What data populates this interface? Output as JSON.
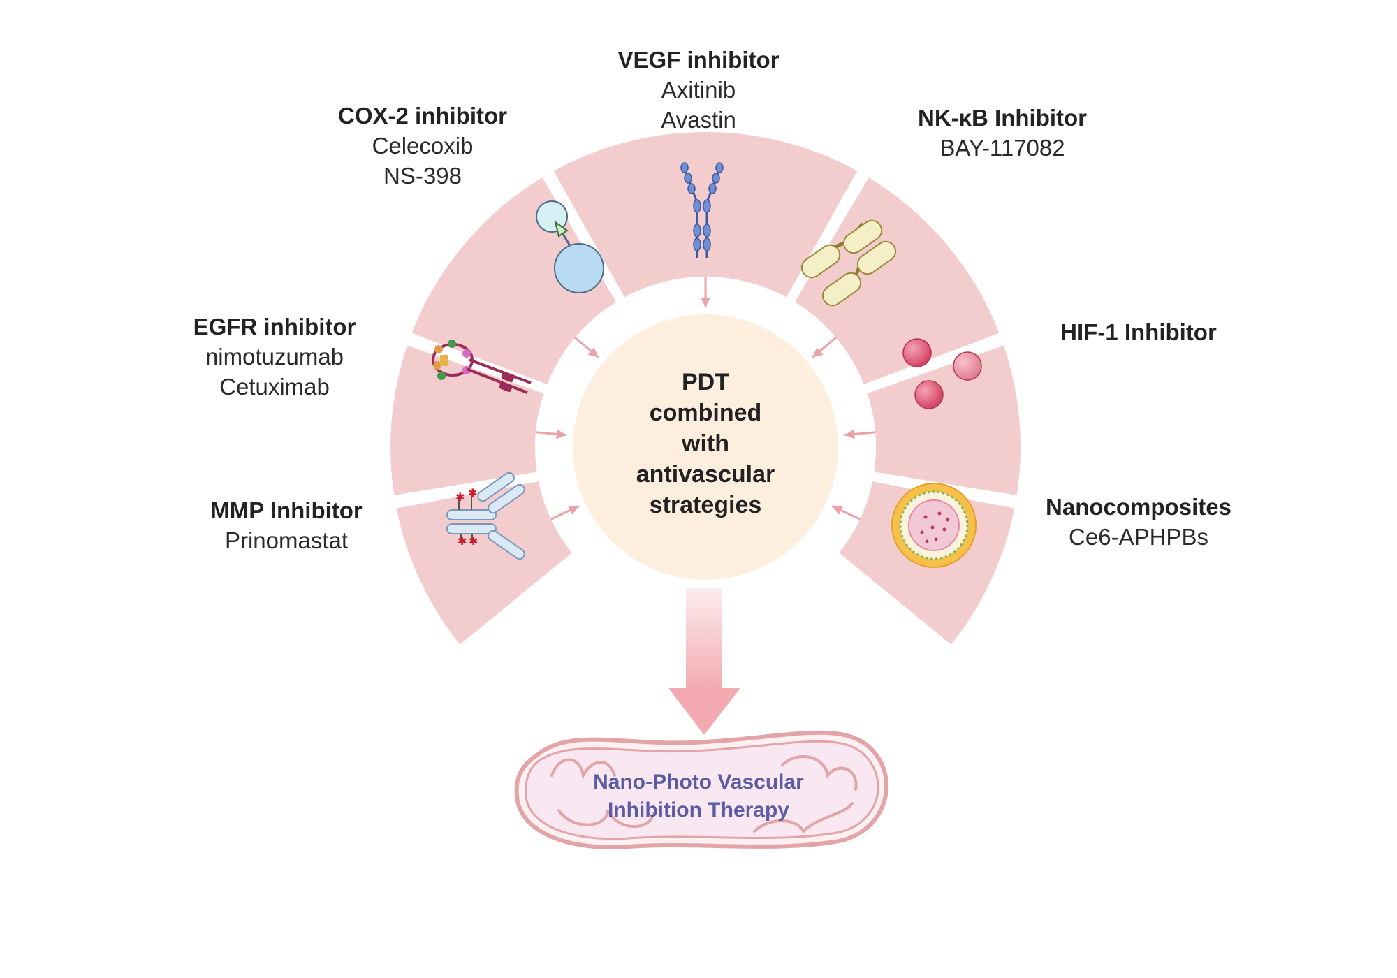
{
  "center": {
    "lines": [
      "PDT",
      "combined",
      "with",
      "antivascular",
      "strategies"
    ]
  },
  "result": {
    "lines": [
      "Nano-Photo Vascular",
      "Inhibition Therapy"
    ]
  },
  "segments": [
    {
      "id": "mmp",
      "title": "MMP Inhibitor",
      "items": [
        "Prinomastat"
      ],
      "icon": "mmp-protein-icon"
    },
    {
      "id": "egfr",
      "title": "EGFR inhibitor",
      "items": [
        "nimotuzumab",
        "Cetuximab"
      ],
      "icon": "egfr-receptor-icon"
    },
    {
      "id": "cox2",
      "title": "COX-2 inhibitor",
      "items": [
        "Celecoxib",
        "NS-398"
      ],
      "icon": "cox2-enzyme-icon"
    },
    {
      "id": "vegf",
      "title": "VEGF inhibitor",
      "items": [
        "Axitinib",
        "Avastin"
      ],
      "icon": "vegf-antibody-icon"
    },
    {
      "id": "nfkb",
      "title": "NK-κB Inhibitor",
      "items": [
        "BAY-117082"
      ],
      "icon": "nfkb-dimer-icon"
    },
    {
      "id": "hif1",
      "title": "HIF-1 Inhibitor",
      "items": [],
      "icon": "hif1-spheres-icon"
    },
    {
      "id": "nano",
      "title": "Nanocomposites",
      "items": [
        "Ce6-APHPBs"
      ],
      "icon": "liposome-icon"
    }
  ],
  "colors": {
    "segment_fill": "#f3cccd",
    "center_fill": "#fdeedd",
    "arrow": "#e8a2a8",
    "result_text": "#5b5ca3",
    "mito_outline": "#e3a4a8"
  }
}
